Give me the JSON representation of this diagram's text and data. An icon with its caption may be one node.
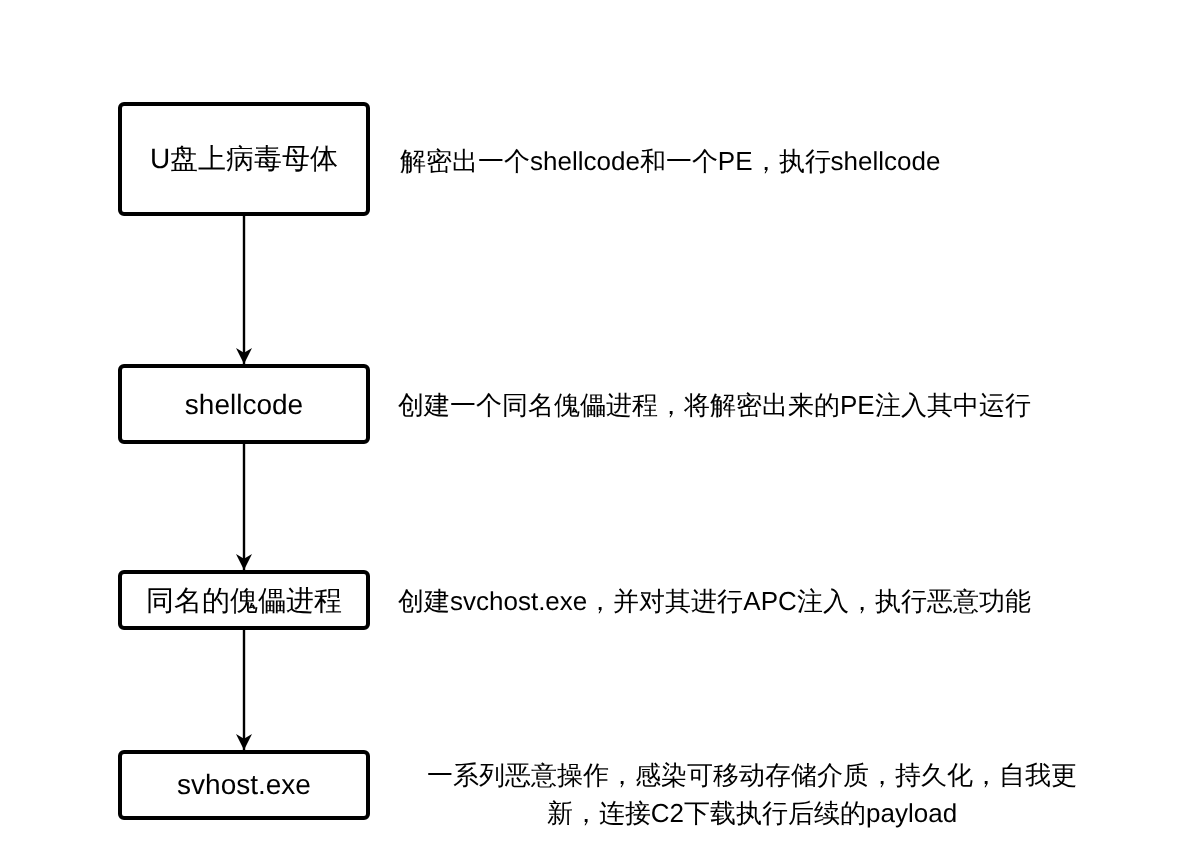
{
  "diagram": {
    "nodes": [
      {
        "text": [
          "U盘上病毒母体"
        ],
        "beside": [
          "解密出一个shellcode和一个PE，执行shellcode"
        ]
      },
      {
        "text": [
          "shellcode"
        ],
        "beside": [
          "创建一个同名傀儡进程，将解密出来的PE注入其中运行"
        ]
      },
      {
        "text": [
          "同名的傀儡进程"
        ],
        "beside": [
          "创建svchost.exe，并对其进行APC注入，执行恶意功能"
        ]
      },
      {
        "text": [
          "svhost.exe"
        ],
        "beside": [
          "一系列恶意操作，感染可移动存储介质，持久化，自我更新，连接C2下载执行后续的payload"
        ]
      }
    ],
    "edges": [
      {
        "from": 0,
        "to": 1,
        "arrow": "to"
      },
      {
        "from": 1,
        "to": 2,
        "arrow": "to"
      },
      {
        "from": 2,
        "to": 3,
        "arrow": "to"
      }
    ]
  }
}
